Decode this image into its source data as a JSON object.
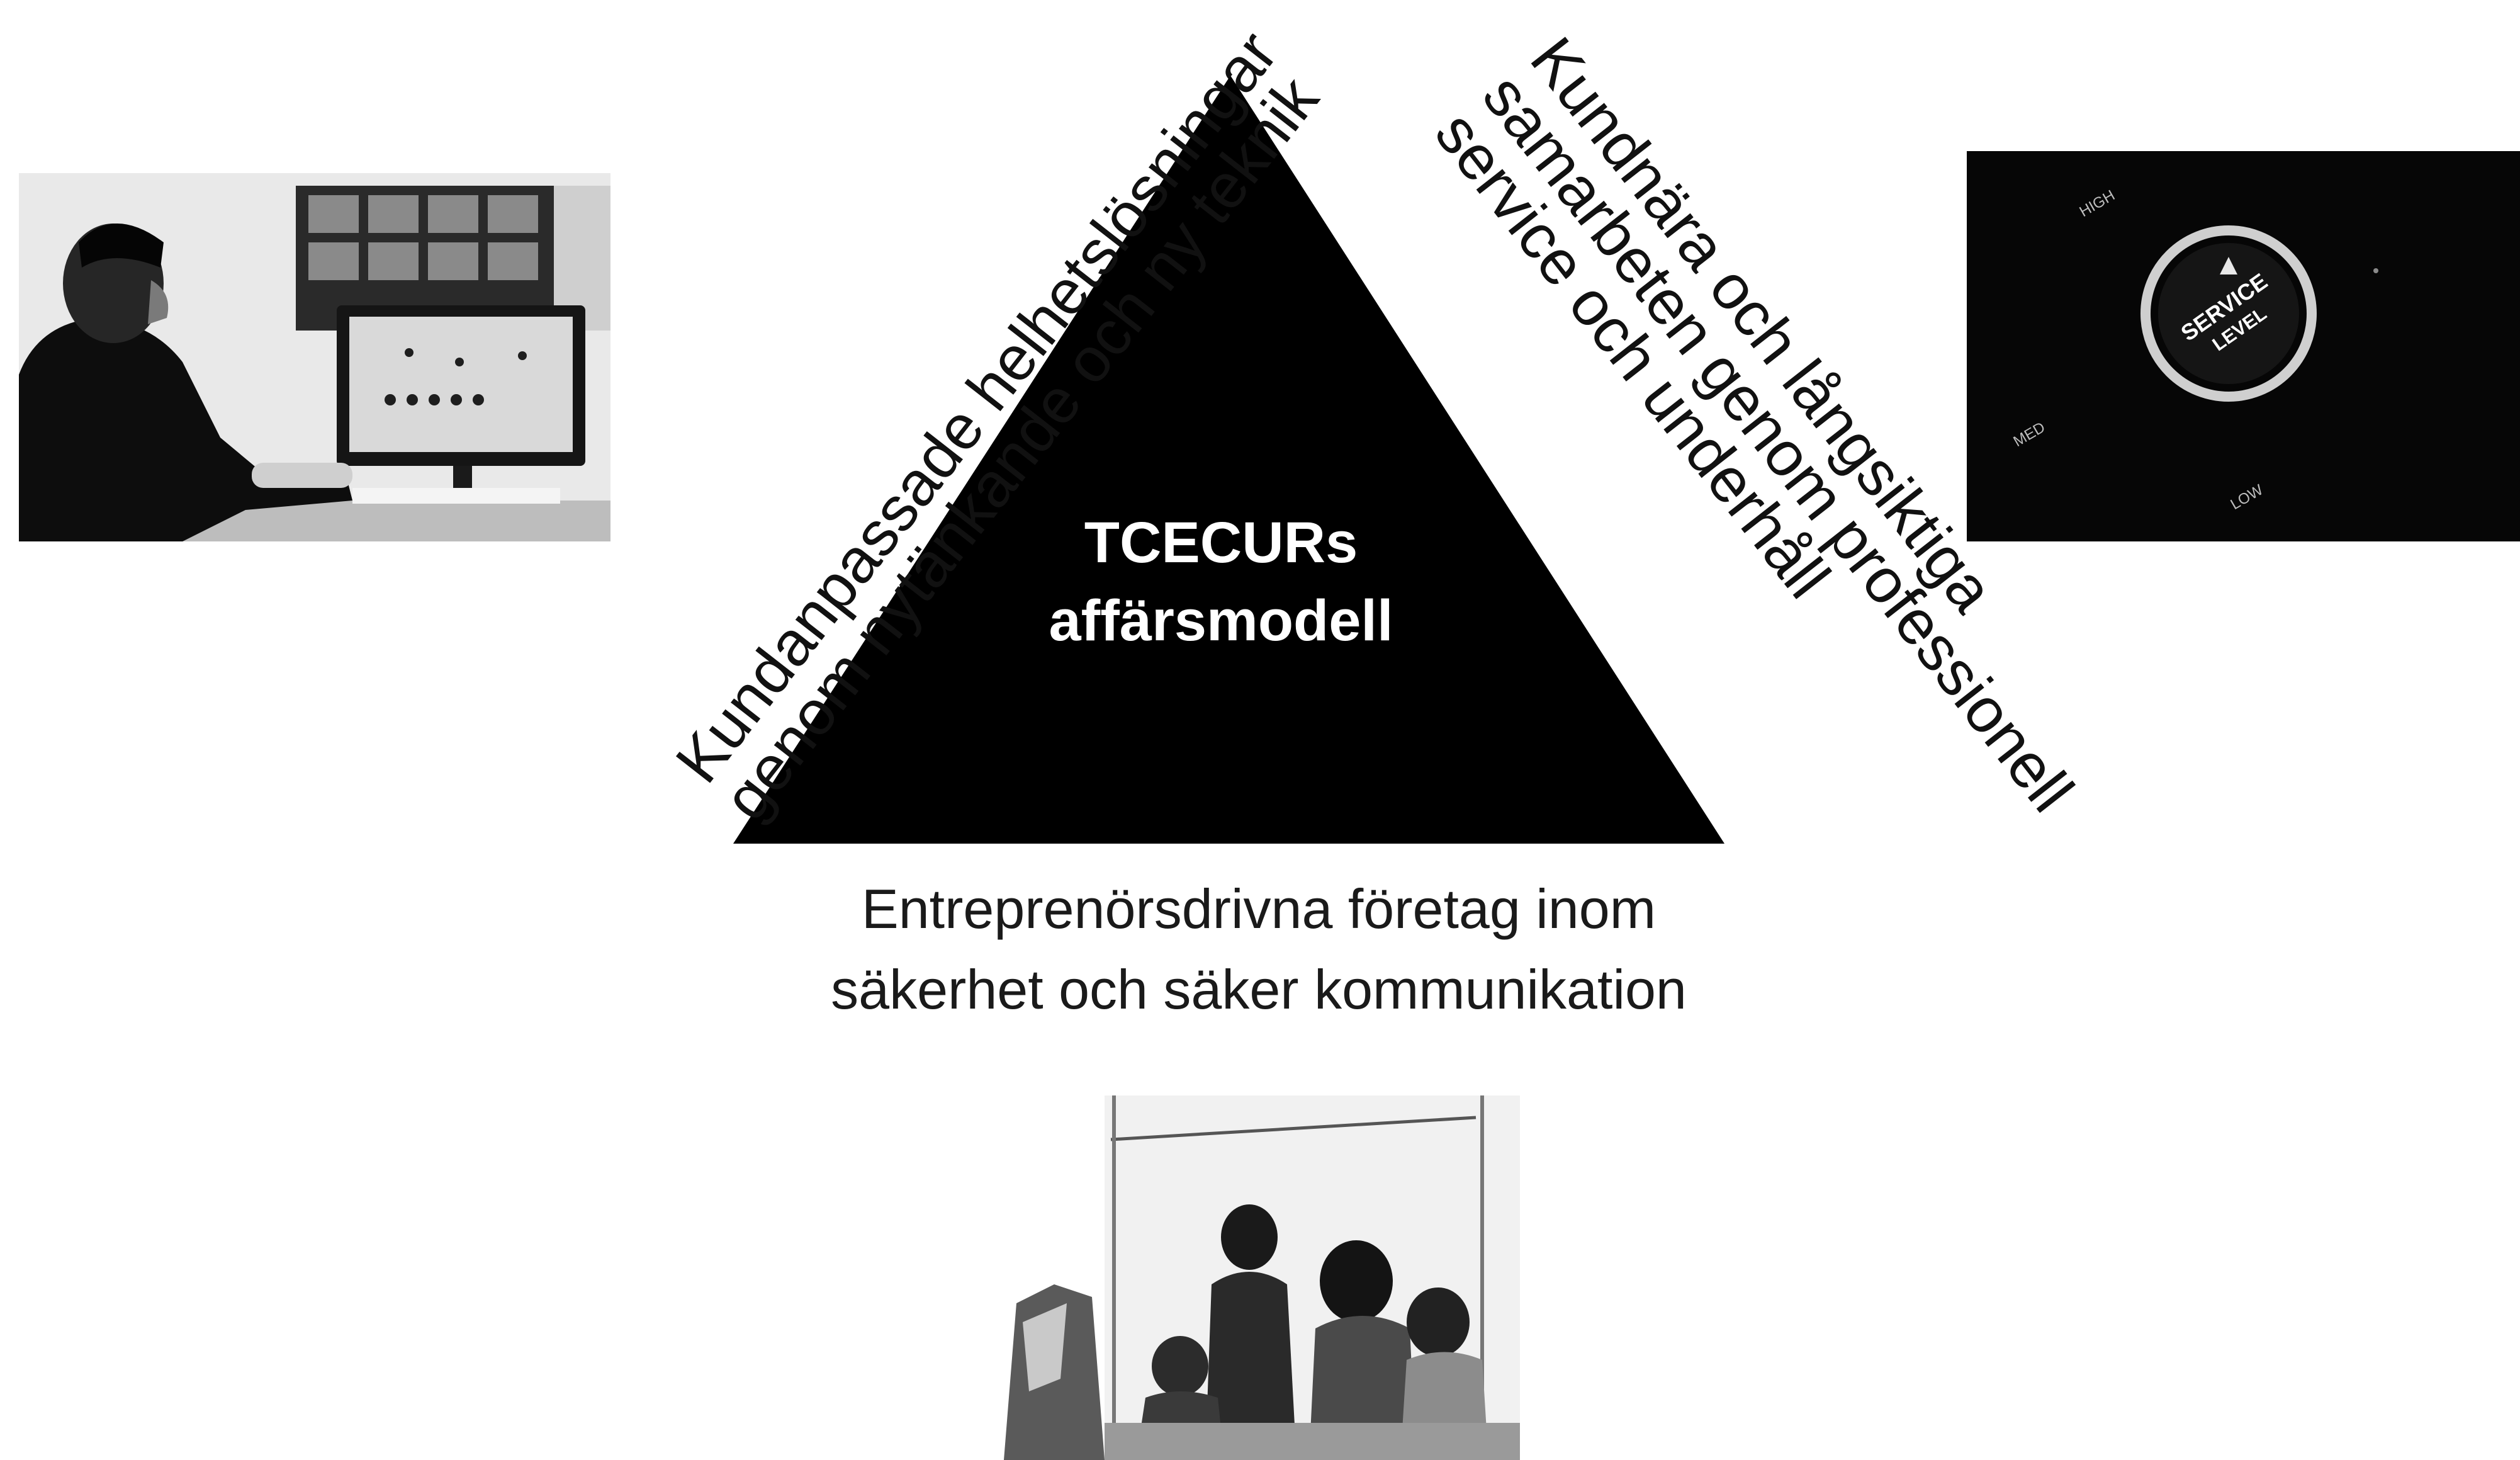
{
  "diagram": {
    "center": {
      "line1": "TCECURs",
      "line2": "affärsmodell"
    },
    "left_side": {
      "line1": "Kundanpassade helhetslösningar",
      "line2": "genom nytänkande och ny teknik"
    },
    "right_side": {
      "line1": "Kundnära och långsiktiga",
      "line2": "samarbeten genom professionell",
      "line3": "service och underhåll"
    },
    "bottom": {
      "line1": "Entreprenörsdrivna företag inom",
      "line2": "säkerhet och säker kommunikation"
    }
  },
  "photos": {
    "service_dial": {
      "label": "SERVICE",
      "label2": "LEVEL",
      "high": "HIGH",
      "medium": "MED",
      "low": "LOW"
    }
  },
  "colors": {
    "triangle": "#000000",
    "background": "#ffffff",
    "text": "#111111"
  }
}
